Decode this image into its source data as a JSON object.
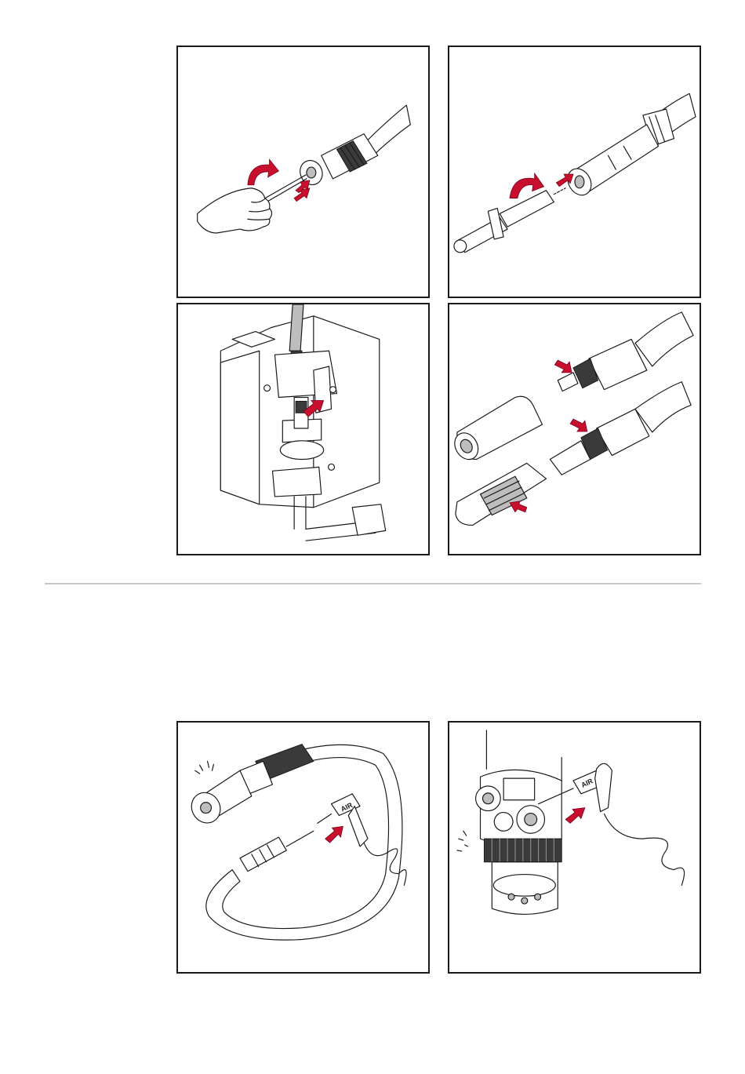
{
  "figures": [
    {
      "id": "fig-1"
    },
    {
      "id": "fig-2"
    },
    {
      "id": "fig-3"
    },
    {
      "id": "fig-4"
    },
    {
      "id": "fig-5",
      "gun_label": "AIR"
    },
    {
      "id": "fig-6",
      "gun_label": "AIR"
    }
  ],
  "colors": {
    "arrow": "#c8102e",
    "frame": "#1a1a1a",
    "divider": "#c8c8c8"
  }
}
